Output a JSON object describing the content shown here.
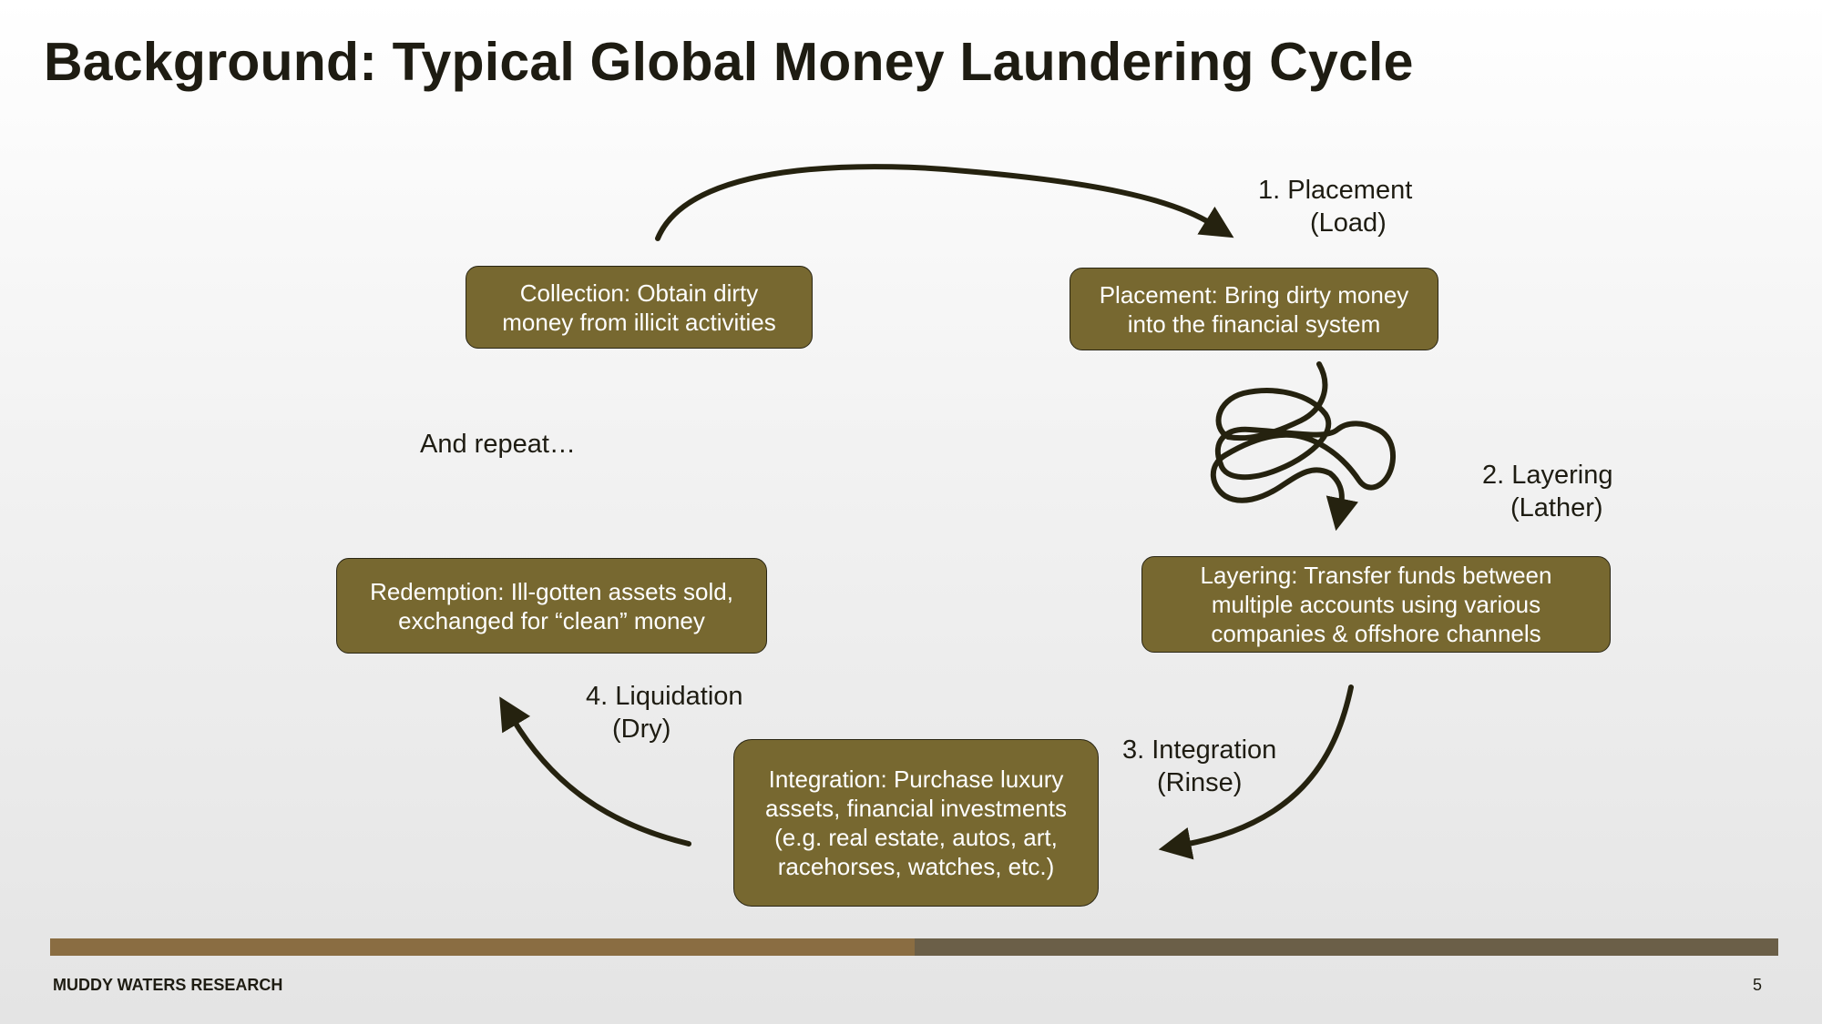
{
  "title": "Background: Typical Global Money Laundering Cycle",
  "boxes": {
    "collection": [
      "Collection:  Obtain  dirty",
      "money  from illicit activities"
    ],
    "placement": [
      "Placement:  Bring dirty money",
      "into the financial system"
    ],
    "layering": [
      "Layering: Transfer  funds between",
      "multiple  accounts  using various",
      "companies  & offshore  channels"
    ],
    "integration": [
      "Integration:  Purchase luxury",
      "assets,  financial investments",
      "(e.g. real estate,  autos,  art,",
      "racehorses,  watches,  etc.)"
    ],
    "redemption": [
      "Redemption:  Ill-gotten  assets  sold,",
      "exchanged  for “clean”  money"
    ]
  },
  "steps": {
    "placement": [
      "1.    Placement",
      "(Load)"
    ],
    "layering": [
      "2. Layering",
      "(Lather)"
    ],
    "integration": [
      "3. Integration",
      "(Rinse)"
    ],
    "liquidation": [
      "4. Liquidation",
      "(Dry)"
    ]
  },
  "repeat": "And repeat…",
  "footer": {
    "brand": "MUDDY  WATERS  RESEARCH",
    "page": "5"
  },
  "colors": {
    "box_fill": "#776830",
    "arrow": "#25220f",
    "bar_left": "#8a6d42",
    "bar_right": "#6b5f48"
  }
}
